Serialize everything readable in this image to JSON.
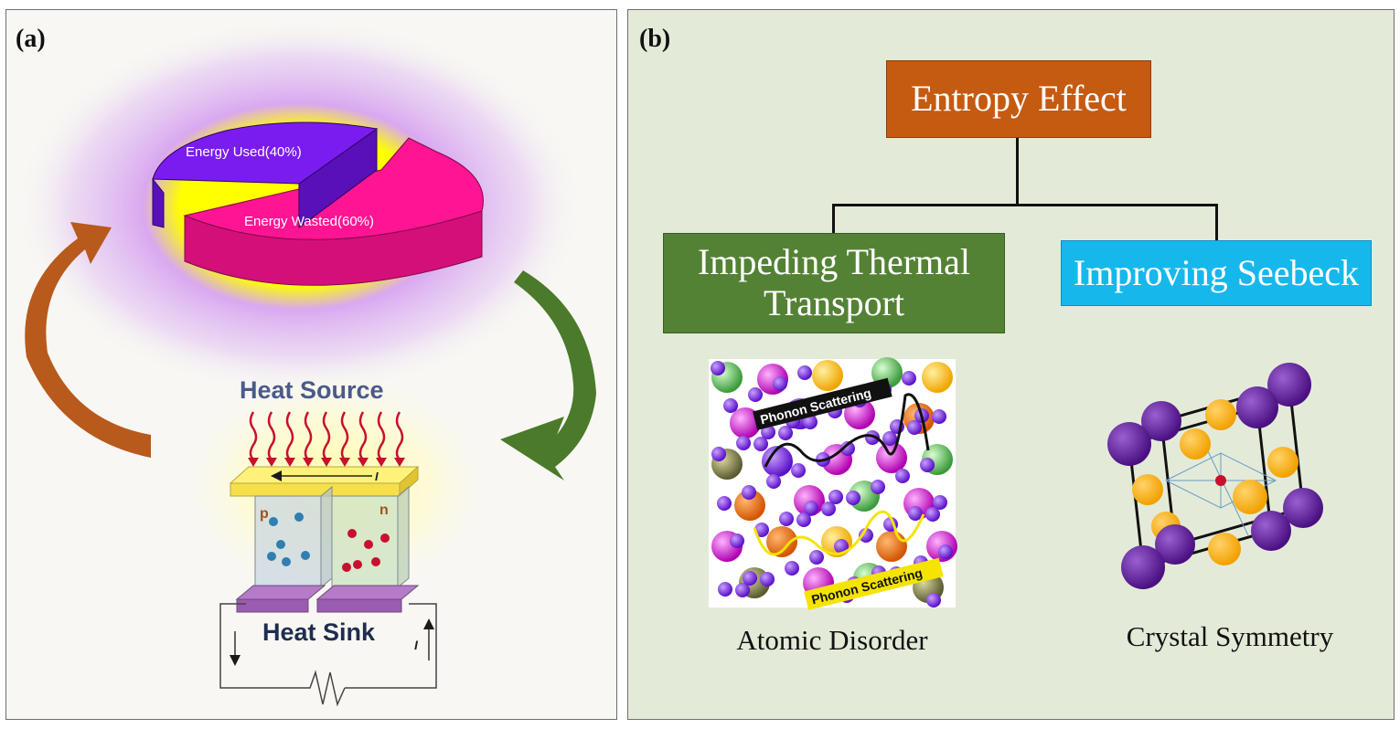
{
  "panel_a": {
    "label": "(a)",
    "pie": {
      "used_label": "Energy Used(40%)",
      "wasted_label": "Energy Wasted(60%)",
      "used_fraction": 0.4,
      "wasted_fraction": 0.6,
      "used_color": "#7a1cf0",
      "wasted_color": "#ff1493"
    },
    "heat_source": "Heat Source",
    "heat_sink": "Heat Sink",
    "p_label": "p",
    "n_label": "n",
    "current_top": "I",
    "current_right": "I",
    "cycle_arrow_left_color": "#b85a1c",
    "cycle_arrow_right_color": "#4a7a2a"
  },
  "panel_b": {
    "label": "(b)",
    "root": "Entropy Effect",
    "branch_left": "Impeding Thermal Transport",
    "branch_right": "Improving Seebeck",
    "left_image_caption": "Atomic Disorder",
    "right_image_caption": "Crystal Symmetry",
    "phonon_label_top": "Phonon Scattering",
    "phonon_label_bottom": "Phonon Scattering",
    "colors": {
      "root": "#c55a11",
      "left": "#548235",
      "right": "#16b8ec"
    }
  }
}
